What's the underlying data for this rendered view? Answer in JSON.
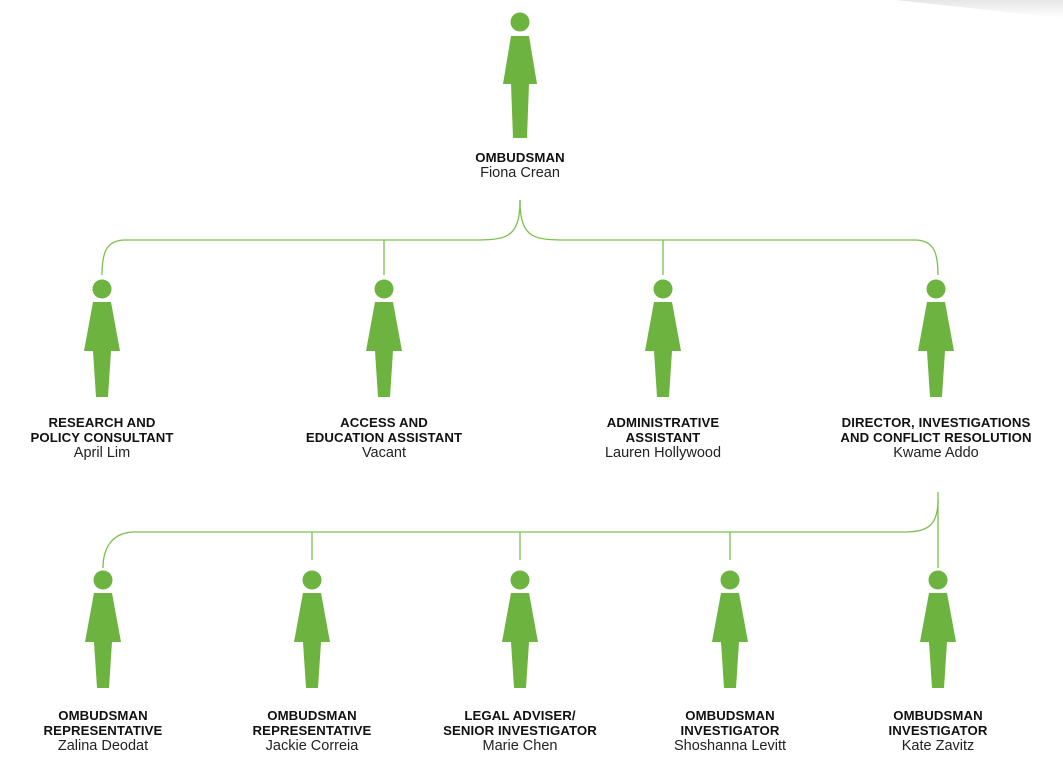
{
  "accent_color": "#6db33f",
  "line_color": "#7dbf4e",
  "figure_icon": "person-icon",
  "top": {
    "role": [
      "OMBUDSMAN"
    ],
    "name": "Fiona Crean"
  },
  "row2": [
    {
      "role": [
        "RESEARCH AND",
        "POLICY CONSULTANT"
      ],
      "name": "April Lim"
    },
    {
      "role": [
        "ACCESS AND",
        "EDUCATION ASSISTANT"
      ],
      "name": "Vacant"
    },
    {
      "role": [
        "ADMINISTRATIVE",
        "ASSISTANT"
      ],
      "name": "Lauren Hollywood"
    },
    {
      "role": [
        "DIRECTOR, INVESTIGATIONS",
        "AND CONFLICT RESOLUTION"
      ],
      "name": "Kwame Addo"
    }
  ],
  "row3": [
    {
      "role": [
        "OMBUDSMAN",
        "REPRESENTATIVE"
      ],
      "name": "Zalina Deodat"
    },
    {
      "role": [
        "OMBUDSMAN",
        "REPRESENTATIVE"
      ],
      "name": "Jackie Correia"
    },
    {
      "role": [
        "LEGAL ADVISER/",
        "SENIOR INVESTIGATOR"
      ],
      "name": "Marie Chen"
    },
    {
      "role": [
        "OMBUDSMAN",
        "INVESTIGATOR"
      ],
      "name": "Shoshanna Levitt"
    },
    {
      "role": [
        "OMBUDSMAN",
        "INVESTIGATOR"
      ],
      "name": "Kate Zavitz"
    }
  ]
}
